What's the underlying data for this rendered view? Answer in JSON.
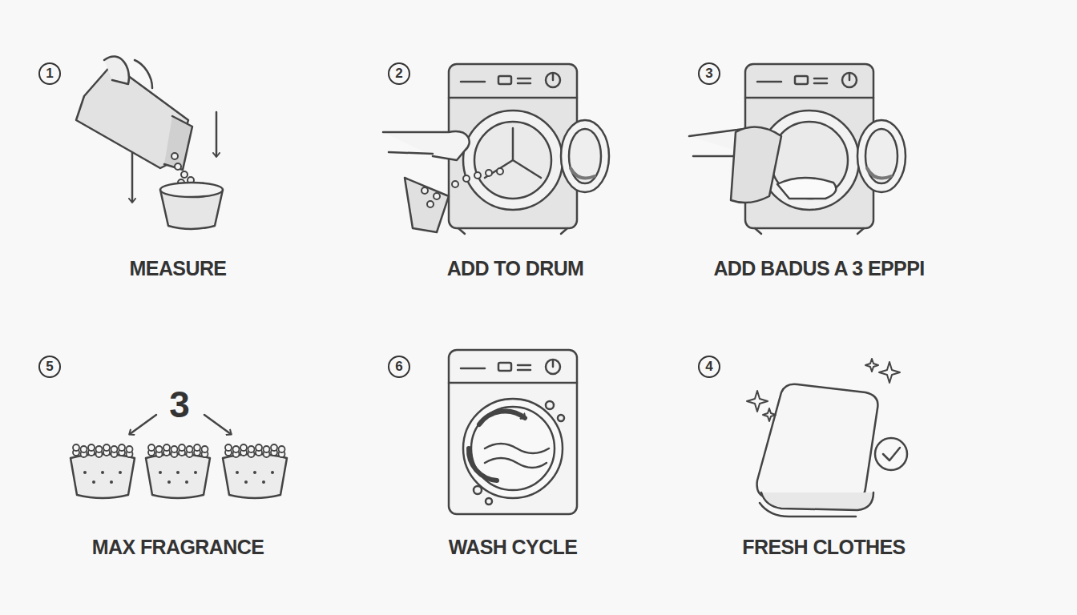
{
  "diagram": {
    "labels": [
      "1",
      "MEASURE",
      "2",
      "ADD TO DRUM",
      "3",
      "ADD BADUS A 3 EPPPI",
      "5",
      "3",
      "MAX FRAGRANCE",
      "6",
      "WASH CYCLE",
      "4",
      "FRESH CLOTHES"
    ]
  }
}
